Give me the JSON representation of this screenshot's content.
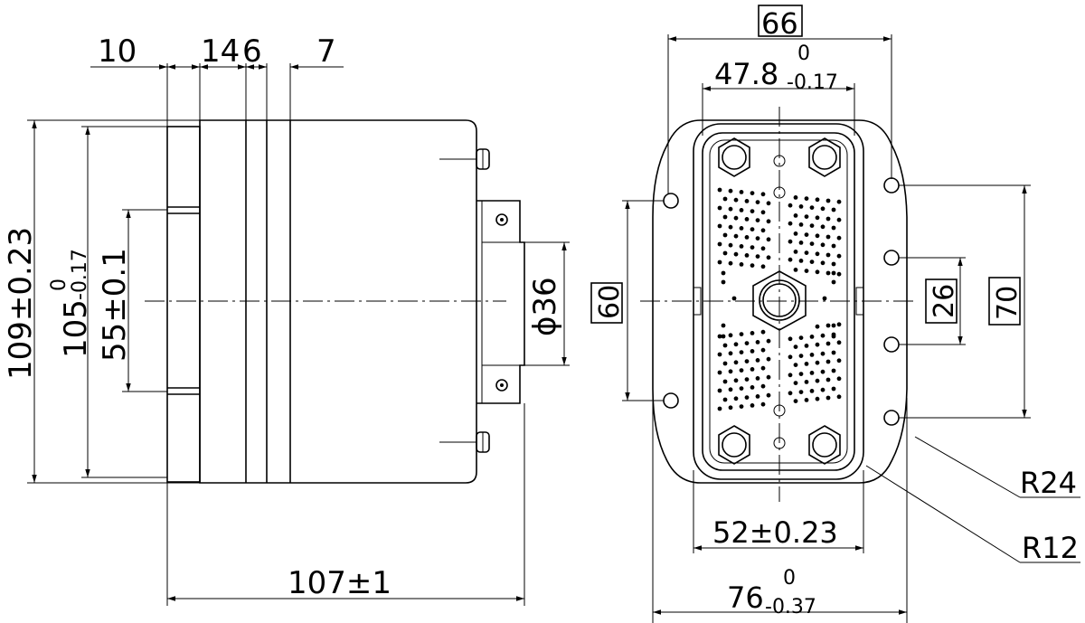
{
  "side_view": {
    "dim_top_1": "10",
    "dim_top_2": "14",
    "dim_top_3": "6",
    "dim_top_4": "7",
    "dim_height_outer": "109±0.23",
    "dim_height_inner_upper": "0",
    "dim_height_inner_main": "105",
    "dim_height_inner_lower": "-0.17",
    "dim_height_center": "55±0.1",
    "dim_flange_diameter": "ϕ36",
    "dim_length": "107±1"
  },
  "front_view": {
    "dim_width_box": "66",
    "dim_opening_upper": "0",
    "dim_opening_main": "47.8",
    "dim_opening_lower": "-0.17",
    "dim_hole_vert_box": "60",
    "dim_inner_hole_box": "26",
    "dim_outer_hole_box": "70",
    "dim_bottom_width": "52±0.23",
    "dim_overall_upper": "0",
    "dim_overall_main": "76",
    "dim_overall_lower": "-0.37",
    "radius_large": "R24",
    "radius_small": "R12"
  }
}
